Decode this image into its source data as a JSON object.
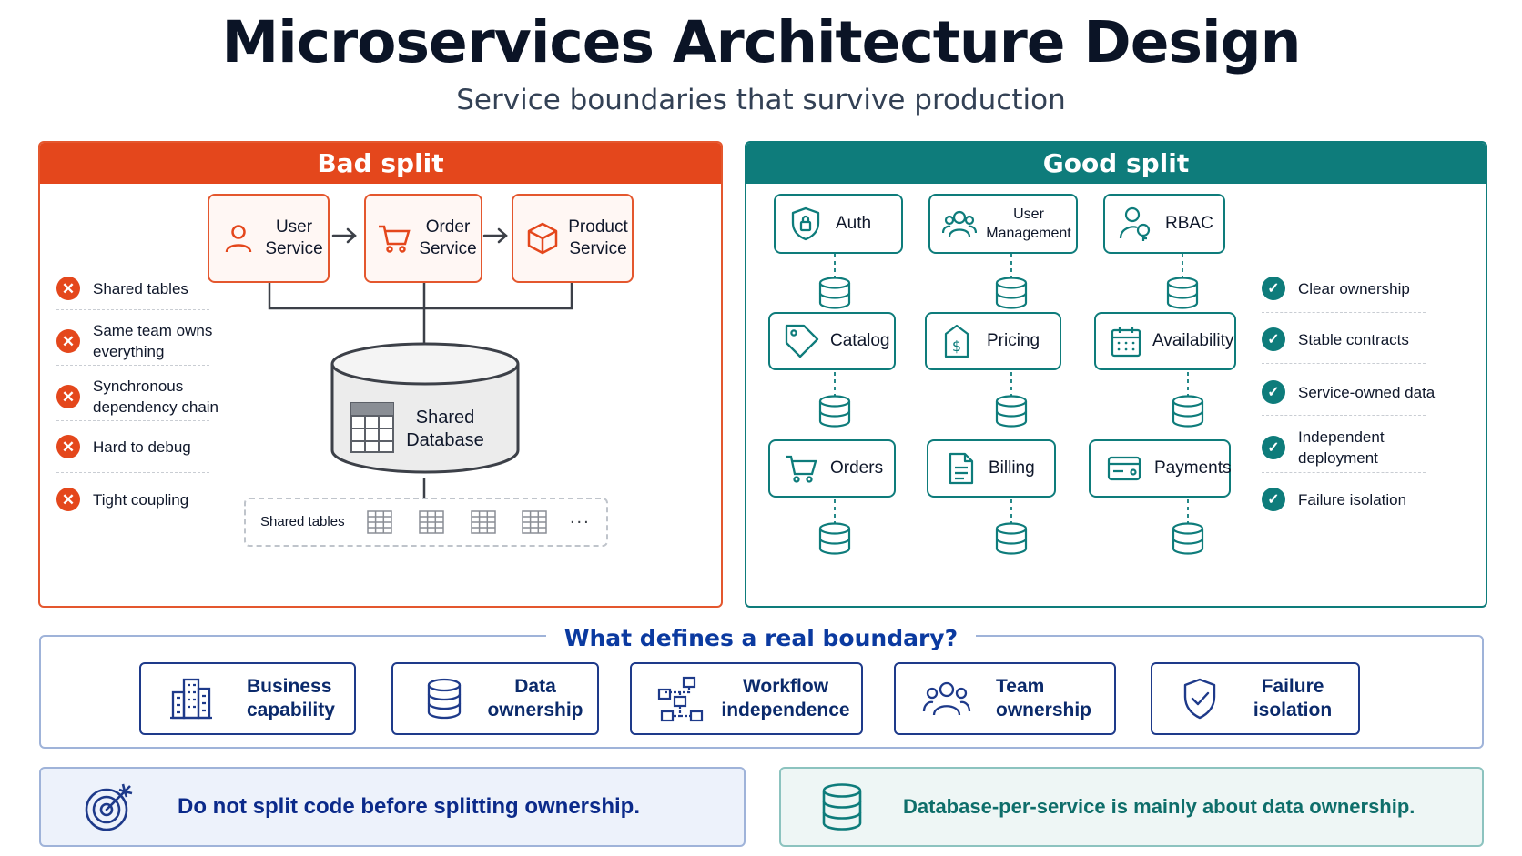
{
  "title": "Microservices Architecture Design",
  "subtitle": "Service boundaries that survive production",
  "colors": {
    "bad": "#e4471c",
    "good": "#0e7c7b",
    "navy": "#0b2a8a"
  },
  "bad": {
    "heading": "Bad split",
    "services": [
      {
        "label": "User\nService",
        "icon": "user-icon"
      },
      {
        "label": "Order\nService",
        "icon": "cart-icon"
      },
      {
        "label": "Product\nService",
        "icon": "box-icon"
      }
    ],
    "database_label": "Shared\nDatabase",
    "shared_tables_label": "Shared tables",
    "shared_tables_more": "...",
    "problems": [
      "Shared tables",
      "Same team owns everything",
      "Synchronous dependency chain",
      "Hard to debug",
      "Tight coupling"
    ]
  },
  "good": {
    "heading": "Good split",
    "services": [
      {
        "label": "Auth",
        "icon": "shield-lock-icon"
      },
      {
        "label": "User\nManagement",
        "icon": "users-icon"
      },
      {
        "label": "RBAC",
        "icon": "user-key-icon"
      },
      {
        "label": "Catalog",
        "icon": "tag-icon"
      },
      {
        "label": "Pricing",
        "icon": "price-doc-icon"
      },
      {
        "label": "Availability",
        "icon": "calendar-icon"
      },
      {
        "label": "Orders",
        "icon": "cart-icon"
      },
      {
        "label": "Billing",
        "icon": "document-icon"
      },
      {
        "label": "Payments",
        "icon": "card-icon"
      }
    ],
    "benefits": [
      "Clear ownership",
      "Stable contracts",
      "Service-owned data",
      "Independent deployment",
      "Failure isolation"
    ]
  },
  "boundary": {
    "title": "What defines a real boundary?",
    "cards": [
      {
        "label": "Business\ncapability",
        "icon": "buildings-icon"
      },
      {
        "label": "Data\nownership",
        "icon": "database-icon"
      },
      {
        "label": "Workflow\nindependence",
        "icon": "workflow-icon"
      },
      {
        "label": "Team\nownership",
        "icon": "team-icon"
      },
      {
        "label": "Failure\nisolation",
        "icon": "shield-check-icon"
      }
    ]
  },
  "notes": {
    "left": "Do not split code before splitting ownership.",
    "right": "Database-per-service is mainly about data ownership."
  }
}
